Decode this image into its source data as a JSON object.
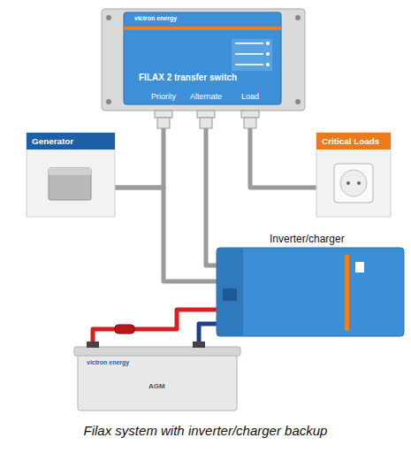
{
  "diagram": {
    "caption": "Filax system with inverter/charger backup",
    "nodes": [
      {
        "text": [
          "FILAX 2 transfer switch"
        ]
      },
      {
        "text": [
          "Generator"
        ]
      },
      {
        "text": [
          "Critical Loads"
        ]
      },
      {
        "text": [
          "Inverter/charger"
        ]
      },
      {
        "text": [
          "victron energy",
          "AGM"
        ]
      }
    ],
    "edges": [
      {
        "from": 1,
        "to": 0,
        "arrow": "none"
      },
      {
        "from": 1,
        "to": 3,
        "arrow": "none"
      },
      {
        "from": 3,
        "to": 0,
        "arrow": "none"
      },
      {
        "from": 0,
        "to": 2,
        "arrow": "none"
      },
      {
        "from": 4,
        "to": 3,
        "arrow": "none"
      }
    ],
    "labels": [
      "victron energy",
      "Priority",
      "Alternate",
      "Load"
    ]
  }
}
